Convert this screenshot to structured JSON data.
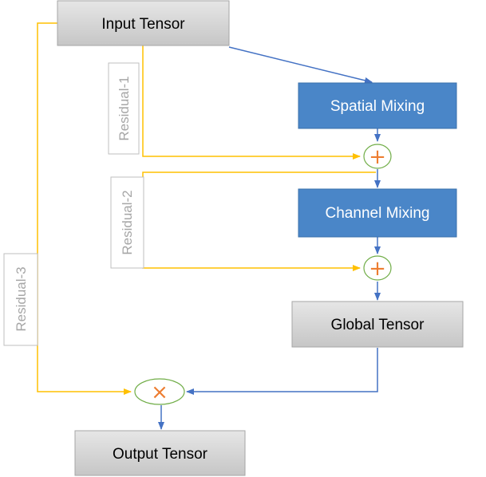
{
  "nodes": {
    "input": "Input Tensor",
    "spatial": "Spatial Mixing",
    "channel": "Channel Mixing",
    "global": "Global Tensor",
    "output": "Output Tensor"
  },
  "residuals": {
    "r1": "Residual-1",
    "r2": "Residual-2",
    "r3": "Residual-3"
  },
  "operators": {
    "add_symbol": "+",
    "multiply_symbol": "×"
  },
  "colors": {
    "blue_box": "#4a86c8",
    "blue_border": "#3a70ab",
    "gray_box_top": "#e4e4e4",
    "gray_box_bottom": "#c8c8c8",
    "blue_arrow": "#4472c4",
    "yellow_arrow": "#ffc000",
    "operator_fill": "#ed7d31",
    "operator_outline": "#70ad47",
    "residual_text": "#a6a6a6"
  }
}
